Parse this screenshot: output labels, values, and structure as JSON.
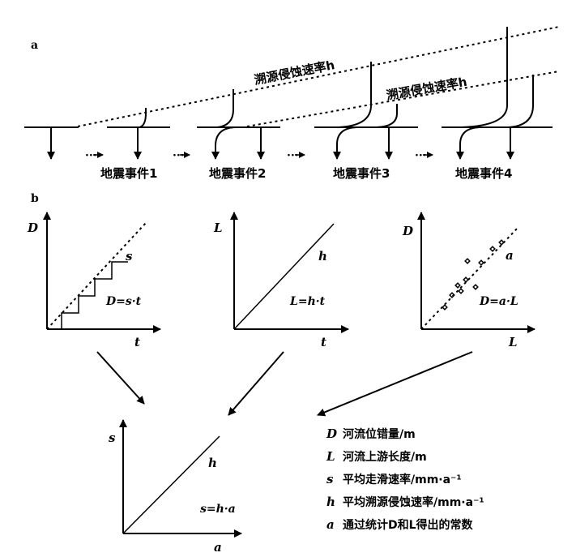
{
  "panel_a": {
    "label": "a",
    "rate_line_upper": "溯源侵蚀速率h",
    "rate_line_lower": "溯源侵蚀速率h",
    "events": [
      "地震事件1",
      "地震事件2",
      "地震事件3",
      "地震事件4"
    ],
    "ellipsis": "···"
  },
  "panel_b": {
    "label": "b",
    "plot_D_t": {
      "y_axis": "D",
      "x_axis": "t",
      "line_label": "s",
      "formula": "D=s·t"
    },
    "plot_L_t": {
      "y_axis": "L",
      "x_axis": "t",
      "line_label": "h",
      "formula": "L=h·t"
    },
    "plot_D_L": {
      "y_axis": "D",
      "x_axis": "L",
      "line_label": "a",
      "formula": "D=a·L"
    },
    "plot_s_a": {
      "y_axis": "s",
      "x_axis": "a",
      "line_label": "h",
      "formula": "s=h·a"
    }
  },
  "legend": [
    {
      "symbol": "D",
      "text": "河流位错量/m"
    },
    {
      "symbol": "L",
      "text": "河流上游长度/m"
    },
    {
      "symbol": "s",
      "text": "平均走滑速率/mm·a⁻¹"
    },
    {
      "symbol": "h",
      "text": "平均溯源侵蚀速率/mm·a⁻¹"
    },
    {
      "symbol": "a",
      "text": "通过统计D和L得出的常数"
    }
  ]
}
